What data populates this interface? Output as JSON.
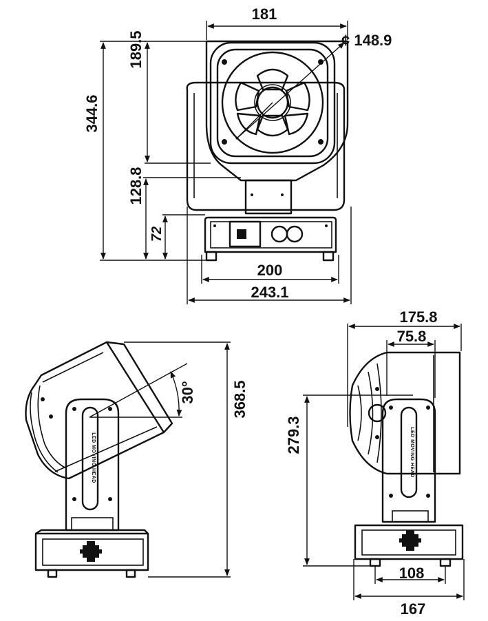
{
  "dimensions": {
    "width_top": "181",
    "lens_diameter": "¢ 148.9",
    "head_height": "189.5",
    "total_height_front": "344.6",
    "body_height": "128.8",
    "base_height": "72",
    "base_width": "200",
    "total_width_front": "243.1",
    "tilt_angle": "30°",
    "total_height_side": "368.5",
    "depth_total": "175.8",
    "depth_yoke": "75.8",
    "pivot_height": "279.3",
    "foot_spacing": "108",
    "base_depth": "167"
  },
  "labels": {
    "side_arm_text": "LED MOVING HEAD",
    "rear_arm_text": "LED MOVING HEAD"
  }
}
